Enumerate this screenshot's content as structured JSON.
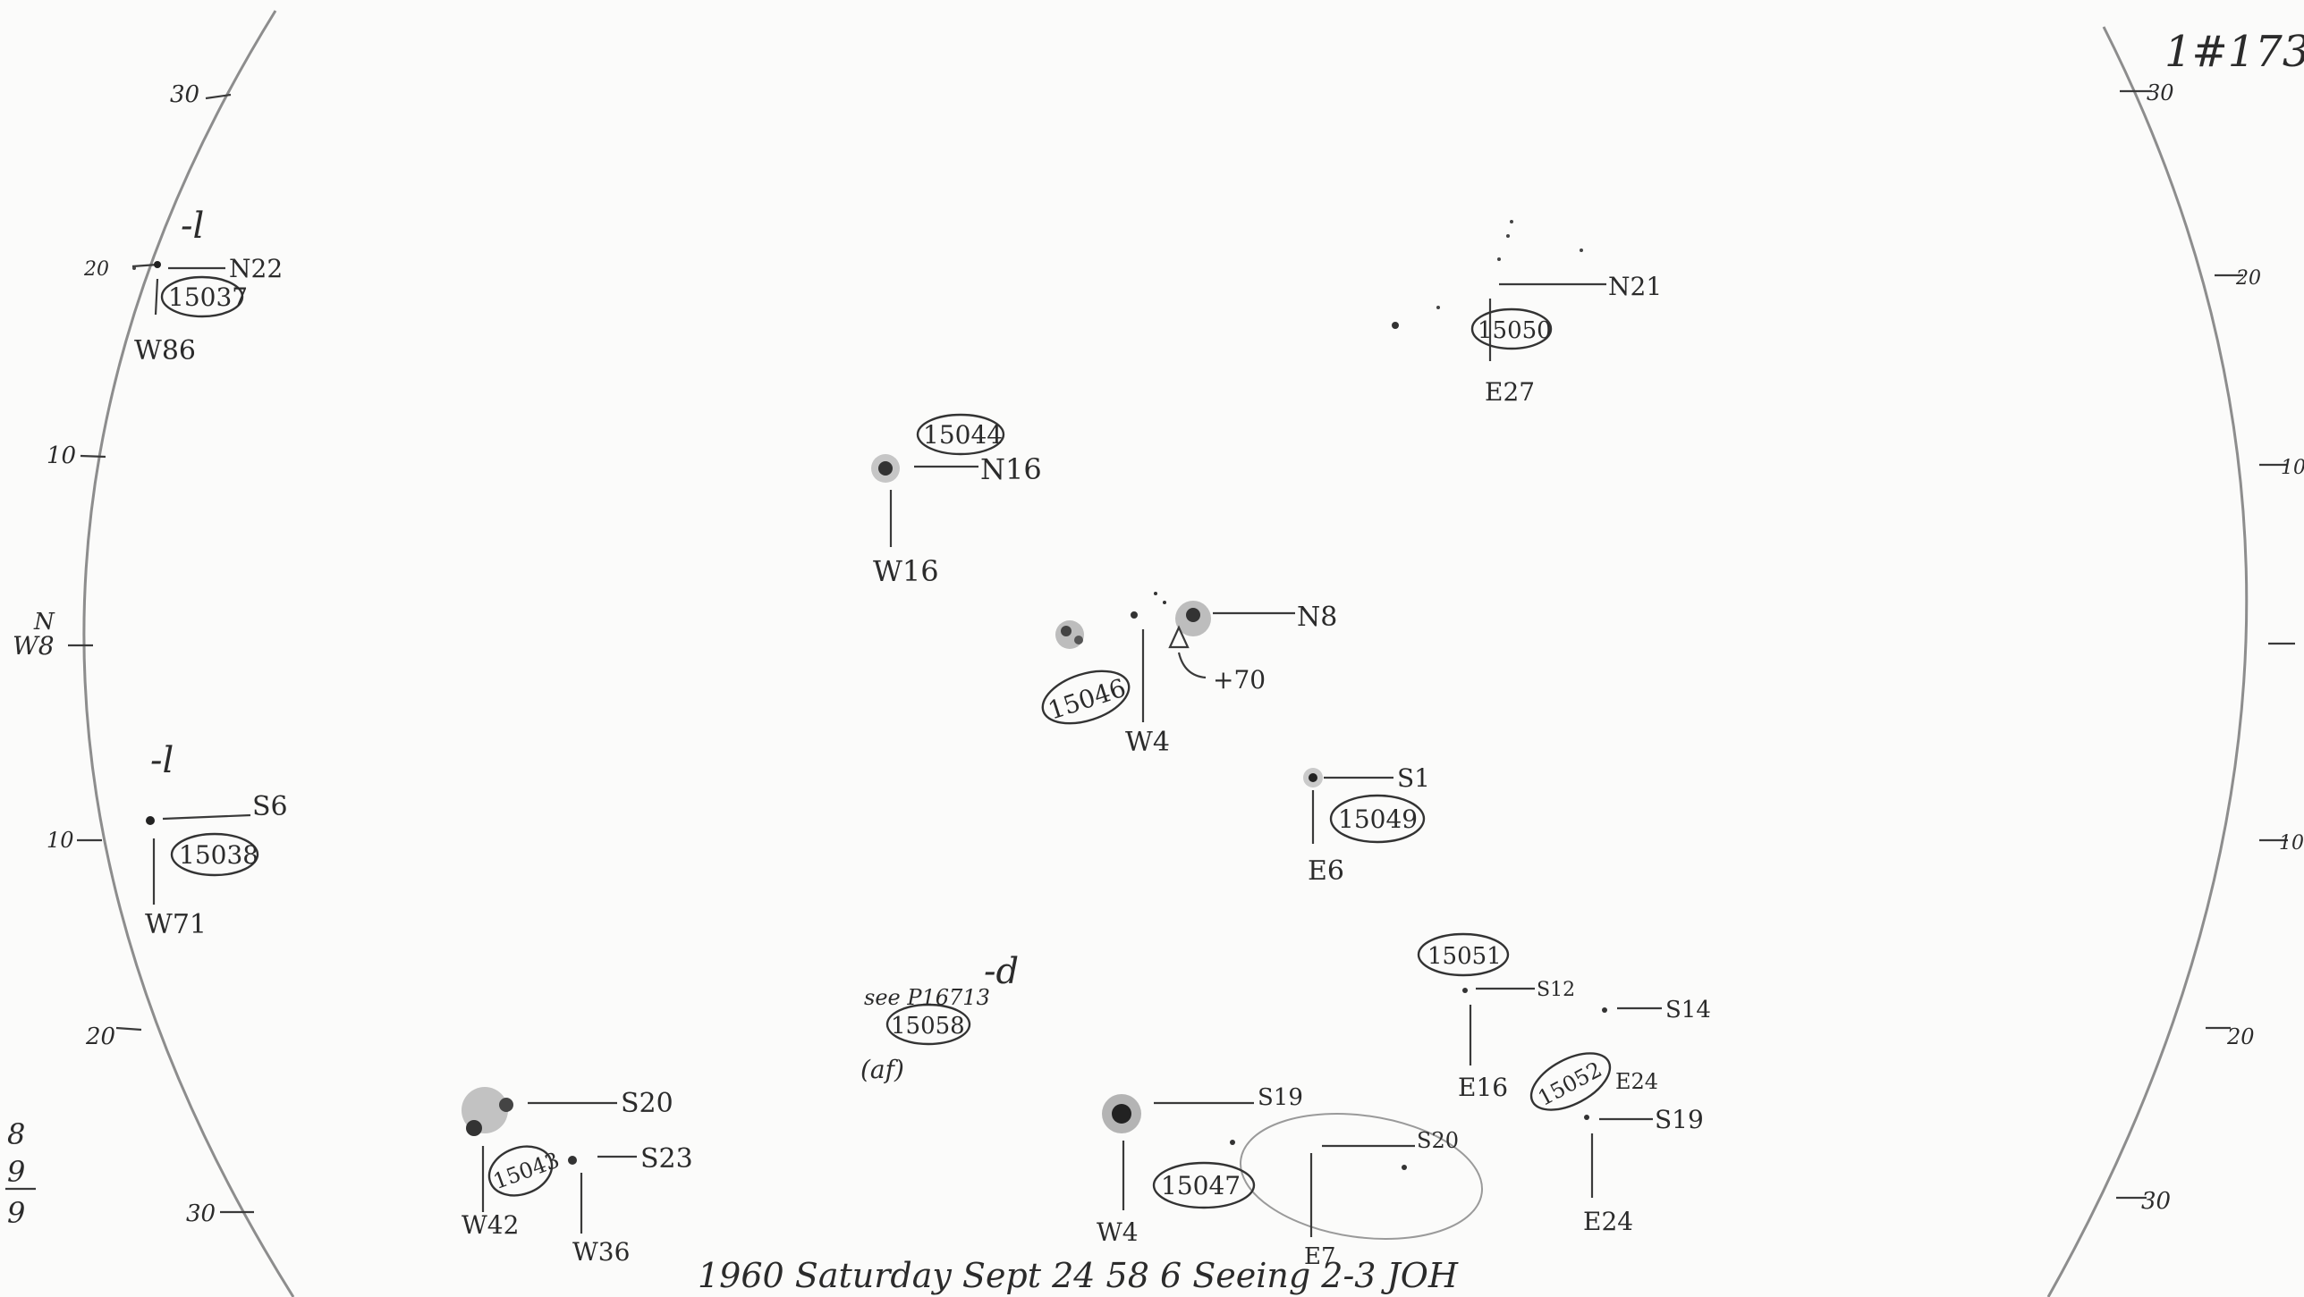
{
  "plate_number": "1#173",
  "footer": "1960 Saturday Sept 24 58 6 Seeing 2-3 JOH",
  "left_scale": [
    "30",
    "20",
    "10",
    "W8",
    "N",
    "10",
    "20",
    "30"
  ],
  "right_scale": [
    "30",
    "20",
    "10",
    "10",
    "20",
    "30"
  ],
  "side_fraction": [
    "8",
    "9",
    "9"
  ],
  "regions": [
    {
      "id": "15037",
      "ns": "N22",
      "ew": "W86",
      "note": "-l"
    },
    {
      "id": "15038",
      "ns": "S6",
      "ew": "W71",
      "note": "-l"
    },
    {
      "id": "15043",
      "ns": "S20",
      "ew": "W42",
      "ns2": "S23",
      "ew2": "W36"
    },
    {
      "id": "15044",
      "ns": "N16",
      "ew": "W16"
    },
    {
      "id": "15046",
      "ns": "N8",
      "ew": "W4",
      "note": "+70"
    },
    {
      "id": "15047",
      "ns": "S19",
      "ew": "W4",
      "ns2": "S20",
      "ew2": "E7"
    },
    {
      "id": "15049",
      "ns": "S1",
      "ew": "E6"
    },
    {
      "id": "15050",
      "ns": "N21",
      "ew": "E27"
    },
    {
      "id": "15051",
      "ns": "S12",
      "ew": "E16"
    },
    {
      "id": "15052",
      "ns": "S14",
      "ew": "E24",
      "ns2": "S19",
      "ew2": "E24"
    },
    {
      "id": "15058",
      "note": "see P16713",
      "note2": "(af)",
      "note3": "-d"
    }
  ]
}
